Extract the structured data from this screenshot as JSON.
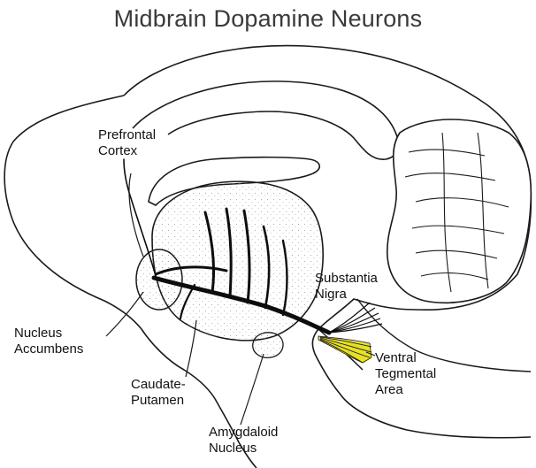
{
  "title": "Midbrain Dopamine Neurons",
  "colors": {
    "outline": "#1a1a1a",
    "stipple": "#9a9a9a",
    "pathway": "#0d0d0d",
    "vta_highlight": "#e6e02a",
    "background": "#ffffff"
  },
  "labels": {
    "prefrontal_cortex": [
      "Prefrontal",
      "Cortex"
    ],
    "nucleus_accumbens": [
      "Nucleus",
      "Accumbens"
    ],
    "caudate_putamen": [
      "Caudate-",
      "Putamen"
    ],
    "amygdaloid_nucleus": [
      "Amygdaloid",
      "Nucleus"
    ],
    "substantia_nigra": [
      "Substantia",
      "Nigra"
    ],
    "ventral_tegmental_area": [
      "Ventral",
      "Tegmental",
      "Area"
    ]
  }
}
